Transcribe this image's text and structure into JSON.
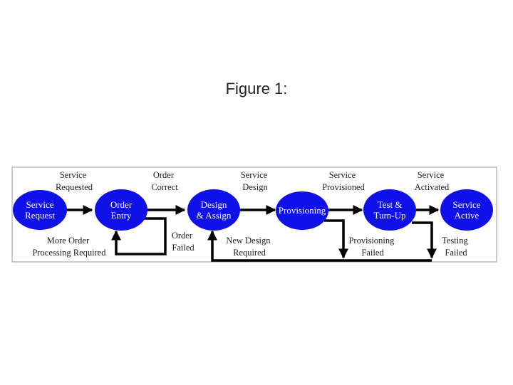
{
  "figure": {
    "title": "Figure 1:"
  },
  "colors": {
    "node": "#1010e8",
    "arrow": "#000000",
    "frame": "#999999"
  },
  "nodes": [
    {
      "id": "service-request",
      "lines": [
        "Service",
        "Request"
      ]
    },
    {
      "id": "order-entry",
      "lines": [
        "Order",
        "Entry"
      ]
    },
    {
      "id": "design-assign",
      "lines": [
        "Design",
        "& Assign"
      ]
    },
    {
      "id": "provisioning",
      "lines": [
        "Provisioning"
      ]
    },
    {
      "id": "test-turn-up",
      "lines": [
        "Test &",
        "Turn-Up"
      ]
    },
    {
      "id": "service-active",
      "lines": [
        "Service",
        "Active"
      ]
    }
  ],
  "labels": {
    "service_requested": [
      "Service",
      "Requested"
    ],
    "order_correct": [
      "Order",
      "Correct"
    ],
    "service_design": [
      "Service",
      "Design"
    ],
    "service_provisioned": [
      "Service",
      "Provisioned"
    ],
    "service_activated": [
      "Service",
      "Activated"
    ],
    "more_order_processing": [
      "More Order",
      "Processing Required"
    ],
    "order_failed": [
      "Order",
      "Failed"
    ],
    "new_design_required": [
      "New Design",
      "Required"
    ],
    "provisioning_failed": [
      "Provisioning",
      "Failed"
    ],
    "testing_failed": [
      "Testing",
      "Failed"
    ]
  }
}
